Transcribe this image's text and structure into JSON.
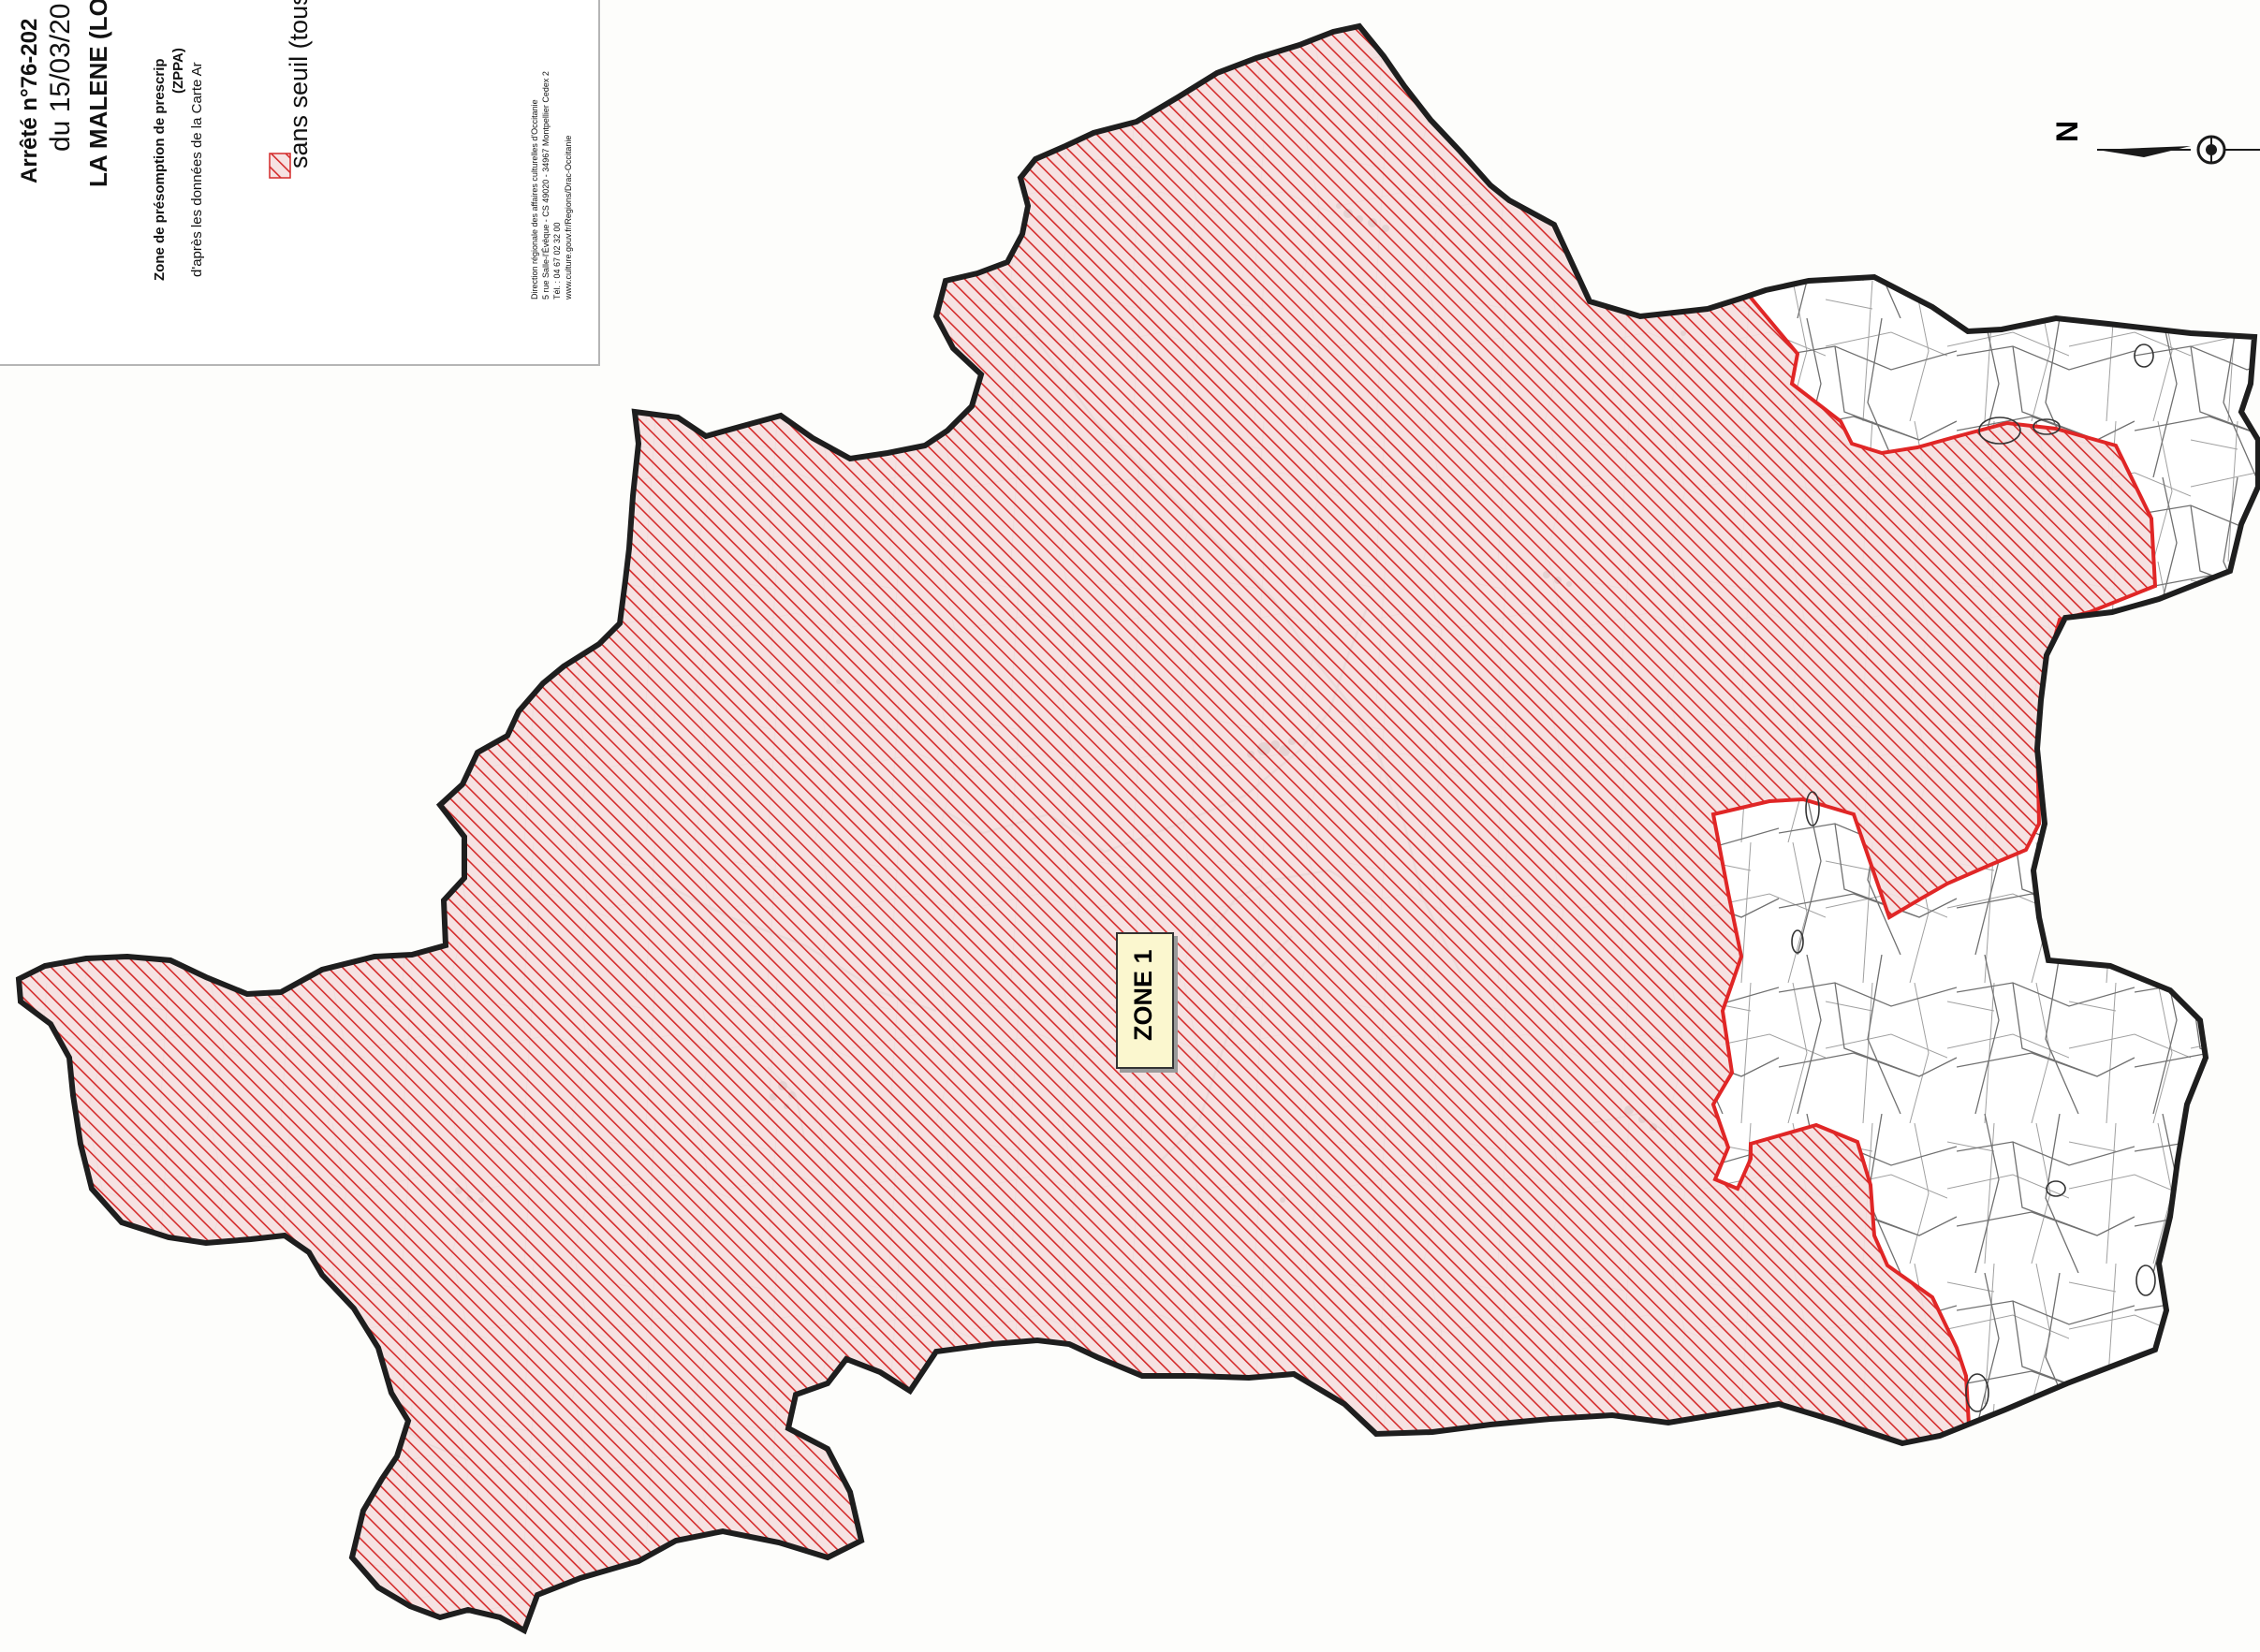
{
  "cartouche": {
    "arrete": "Arrêté n°76-202",
    "date": "du 15/03/20",
    "commune": "LA MALENE (LO",
    "zone_text": "Zone de présomption de prescrip",
    "zppa": "(ZPPA)",
    "apres": "d'après les données de la Carte Ar",
    "legend_label": "sans seuil (tous tr",
    "drac_lines": [
      "Direction régionale des affaires culturelles d'Occitanie",
      "5 rue Salle-l'Évêque - CS 49020 - 34967 Montpellier Cedex 2",
      "Tél. : 04 67 02 32 00",
      "www.culture.gouv.fr/Regions/Drac-Occitanie"
    ]
  },
  "map": {
    "zone_label": "ZONE 1",
    "north_label": "N",
    "colors": {
      "hatch": "#d42a2a",
      "zone_border": "#e02626",
      "commune_border": "#1e1e1e",
      "parcel_lines": "#6b6b6b"
    }
  }
}
